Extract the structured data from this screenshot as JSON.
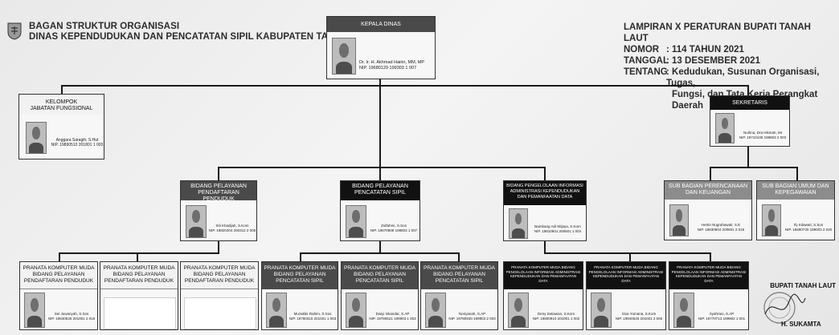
{
  "header": {
    "title_line1": "BAGAN STRUKTUR ORGANISASI",
    "title_line2": "DINAS KEPENDUDUKAN DAN PENCATATAN SIPIL KABUPATEN TANAH LAUT",
    "ref_line1": "LAMPIRAN X PERATURAN BUPATI TANAH LAUT",
    "nomor_label": "NOMOR",
    "nomor_value": ": 114 TAHUN 2021",
    "tanggal_label": "TANGGAL",
    "tanggal_value": ": 13 DESEMBER 2021",
    "tentang_label": "TENTANG",
    "tentang_value1": ": Kedudukan, Susunan Organisasi, Tugas,",
    "tentang_value2": "Fungsi, dan Tata Kerja Perangkat Daerah"
  },
  "kepala": {
    "title": "KEPALA DINAS",
    "name": "Dr. Ir. H. Akhmad Hairin, MM, MP",
    "nip": "NIP. 19680129 199303 1 007"
  },
  "fungsional": {
    "title_line1": "KELOMPOK",
    "title_line2": "JABATAN FUNGSIONAL",
    "name": "Anggara Saragih, S.Hut",
    "nip": "NIP. 19890510 201801 1 003"
  },
  "sekretaris": {
    "title": "SEKRETARIS",
    "name": "Nurlina, Dra Hikmah, MI",
    "nip": "NIP. 19710105 199803 2 003"
  },
  "subbag": [
    {
      "title": "SUB BAGIAN PERENCANAAN DAN KEUANGAN",
      "name": "Hertin Nugrahawati, S.E",
      "nip": "NIP. 19830804 200801 2 018"
    },
    {
      "title": "SUB BAGIAN UMUM DAN KEPEGAWAIAN",
      "name": "Ify Irdawati, S.Sos",
      "nip": "NIP. 19690730 199003 2 020"
    }
  ],
  "bidang": [
    {
      "title": "BIDANG PELAYANAN PENDAFTARAN PENDUDUK",
      "name": "Siti Khadijah, S.Kom",
      "nip": "NIP. 19820404 200312 2 006"
    },
    {
      "title": "BIDANG PELAYANAN PENCATATAN SIPIL",
      "name": "Zulfahmi, S.Sos",
      "nip": "NIP. 19670808 198803 1 007"
    },
    {
      "title": "BIDANG PENGELOLAAN INFORMASI ADMINISTRASI KEPENDUDUKAN DAN PEMANFAATAN DATA",
      "name": "Bambang Adi Wijaya, S.Kom",
      "nip": "NIP. 19810601 200601 1 004"
    }
  ],
  "pranata": [
    {
      "title": "PRANATA KOMPUTER MUDA BIDANG PELAYANAN PENDAFTARAN PENDUDUK",
      "name": "Sei Juwanyah, S.Sos",
      "nip": "NIP. 19840526 201001 2 015"
    },
    {
      "title": "PRANATA KOMPUTER MUDA BIDANG PELAYANAN PENDAFTARAN PENDUDUK",
      "name": "",
      "nip": ""
    },
    {
      "title": "PRANATA KOMPUTER MUDA BIDANG PELAYANAN PENDAFTARAN PENDUDUK",
      "name": "",
      "nip": ""
    },
    {
      "title": "PRANATA KOMPUTER MUDA BIDANG PELAYANAN PENCATATAN SIPIL",
      "name": "Muzakkir Rahim, S.Sos",
      "nip": "NIP. 19780315 201001 1 003"
    },
    {
      "title": "PRANATA KOMPUTER MUDA BIDANG PELAYANAN PENCATATAN SIPIL",
      "name": "Dwiyi Iskandar, S.AP",
      "nip": "NIP. 19780621 199903 1 003"
    },
    {
      "title": "PRANATA KOMPUTER MUDA BIDANG PELAYANAN PENCATATAN SIPIL",
      "name": "Noriyanah, S.AP",
      "nip": "NIP. 19780930 199903 2 003"
    },
    {
      "title": "PRANATA KOMPUTER MUDA BIDANG PENGELOLAAN INFORMASI ADMINISTRASI KEPENDUDUKAN DAN PEMANFAATAN DATA",
      "name": "Deny Setiawan, S.Kom",
      "nip": "NIP. 19800910 201001 1 002"
    },
    {
      "title": "PRANATA KOMPUTER MUDA BIDANG PENGELOLAAN INFORMASI ADMINISTRASI KEPENDUDUKAN DAN PEMANFAATAN DATA",
      "name": "Siva Yumana, S.Kom",
      "nip": "NIP. 19840625 201001 2 006"
    },
    {
      "title": "PRANATA KOMPUTER MUDA BIDANG PENGELOLAAN INFORMASI ADMINISTRASI KEPENDUDUKAN DAN PEMANFAATAN DATA",
      "name": "Syahrani, S.AP",
      "nip": "NIP. 19770713 199902 1 001"
    }
  ],
  "signature": {
    "title": "BUPATI TANAH LAUT",
    "name": "H. SUKAMTA"
  }
}
